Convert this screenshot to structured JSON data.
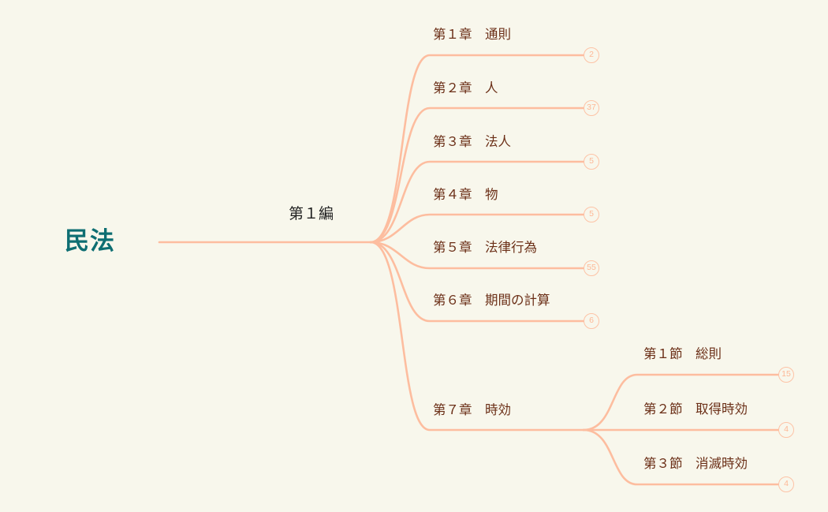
{
  "colors": {
    "background": "#f8f7ec",
    "link": "#fdbd9f",
    "root_text": "#0e6e72",
    "part_text": "#222222",
    "node_text": "#6b2f17",
    "badge": "#fdc3a6"
  },
  "root": {
    "label": "民法"
  },
  "part": {
    "label": "第１編"
  },
  "chapters": [
    {
      "label": "第１章　通則",
      "count": "2"
    },
    {
      "label": "第２章　人",
      "count": "37"
    },
    {
      "label": "第３章　法人",
      "count": "5"
    },
    {
      "label": "第４章　物",
      "count": "5"
    },
    {
      "label": "第５章　法律行為",
      "count": "55"
    },
    {
      "label": "第６章　期間の計算",
      "count": "6"
    },
    {
      "label": "第７章　時効",
      "count": null
    }
  ],
  "sections": [
    {
      "label": "第１節　総則",
      "count": "15"
    },
    {
      "label": "第２節　取得時効",
      "count": "4"
    },
    {
      "label": "第３節　消滅時効",
      "count": "4"
    }
  ]
}
